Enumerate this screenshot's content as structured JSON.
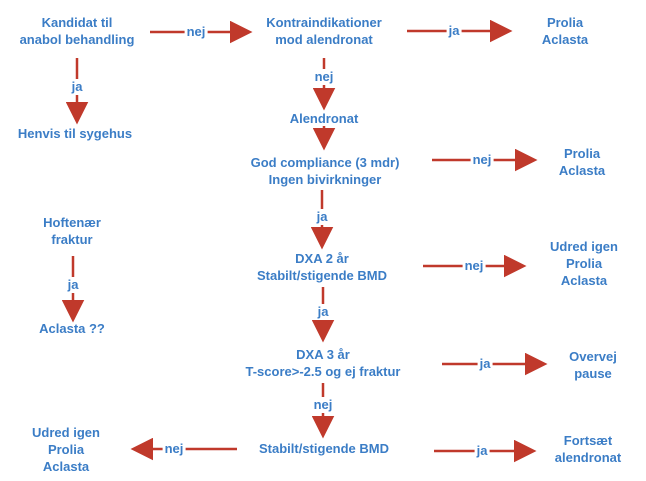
{
  "colors": {
    "node_text": "#3b7dc6",
    "edge_label": "#3b7dc6",
    "arrow": "#c0392b",
    "background": "#ffffff"
  },
  "nodes": {
    "kandidat": [
      "Kandidat til",
      "anabol behandling"
    ],
    "kontra": [
      "Kontraindikationer",
      "mod alendronat"
    ],
    "prolia_top": [
      "Prolia",
      "Aclasta"
    ],
    "henvis": [
      "Henvis til sygehus"
    ],
    "alendronat": [
      "Alendronat"
    ],
    "compliance": [
      "God compliance (3 mdr)",
      "Ingen bivirkninger"
    ],
    "prolia_mid": [
      "Prolia",
      "Aclasta"
    ],
    "hoften": [
      "Hoftenær",
      "fraktur"
    ],
    "dxa2": [
      "DXA 2 år",
      "Stabilt/stigende BMD"
    ],
    "udred_mid": [
      "Udred igen",
      "Prolia",
      "Aclasta"
    ],
    "aclasta_q": [
      "Aclasta ??"
    ],
    "dxa3": [
      "DXA 3 år",
      "T-score>-2.5 og ej fraktur"
    ],
    "overvej": [
      "Overvej",
      "pause"
    ],
    "stabilt": [
      "Stabilt/stigende BMD"
    ],
    "udred_bot": [
      "Udred igen",
      "Prolia",
      "Aclasta"
    ],
    "fortsaet": [
      "Fortsæt",
      "alendronat"
    ]
  },
  "edges": {
    "e_kandidat_kontra": "nej",
    "e_kontra_prolia": "ja",
    "e_kandidat_henvis": "ja",
    "e_kontra_alendronat": "nej",
    "e_compliance_prolia": "nej",
    "e_compliance_dxa2": "ja",
    "e_hoften_aclasta": "ja",
    "e_dxa2_udred": "nej",
    "e_dxa2_dxa3": "ja",
    "e_dxa3_overvej": "ja",
    "e_dxa3_stabilt": "nej",
    "e_stabilt_udred": "nej",
    "e_stabilt_fortsaet": "ja"
  }
}
